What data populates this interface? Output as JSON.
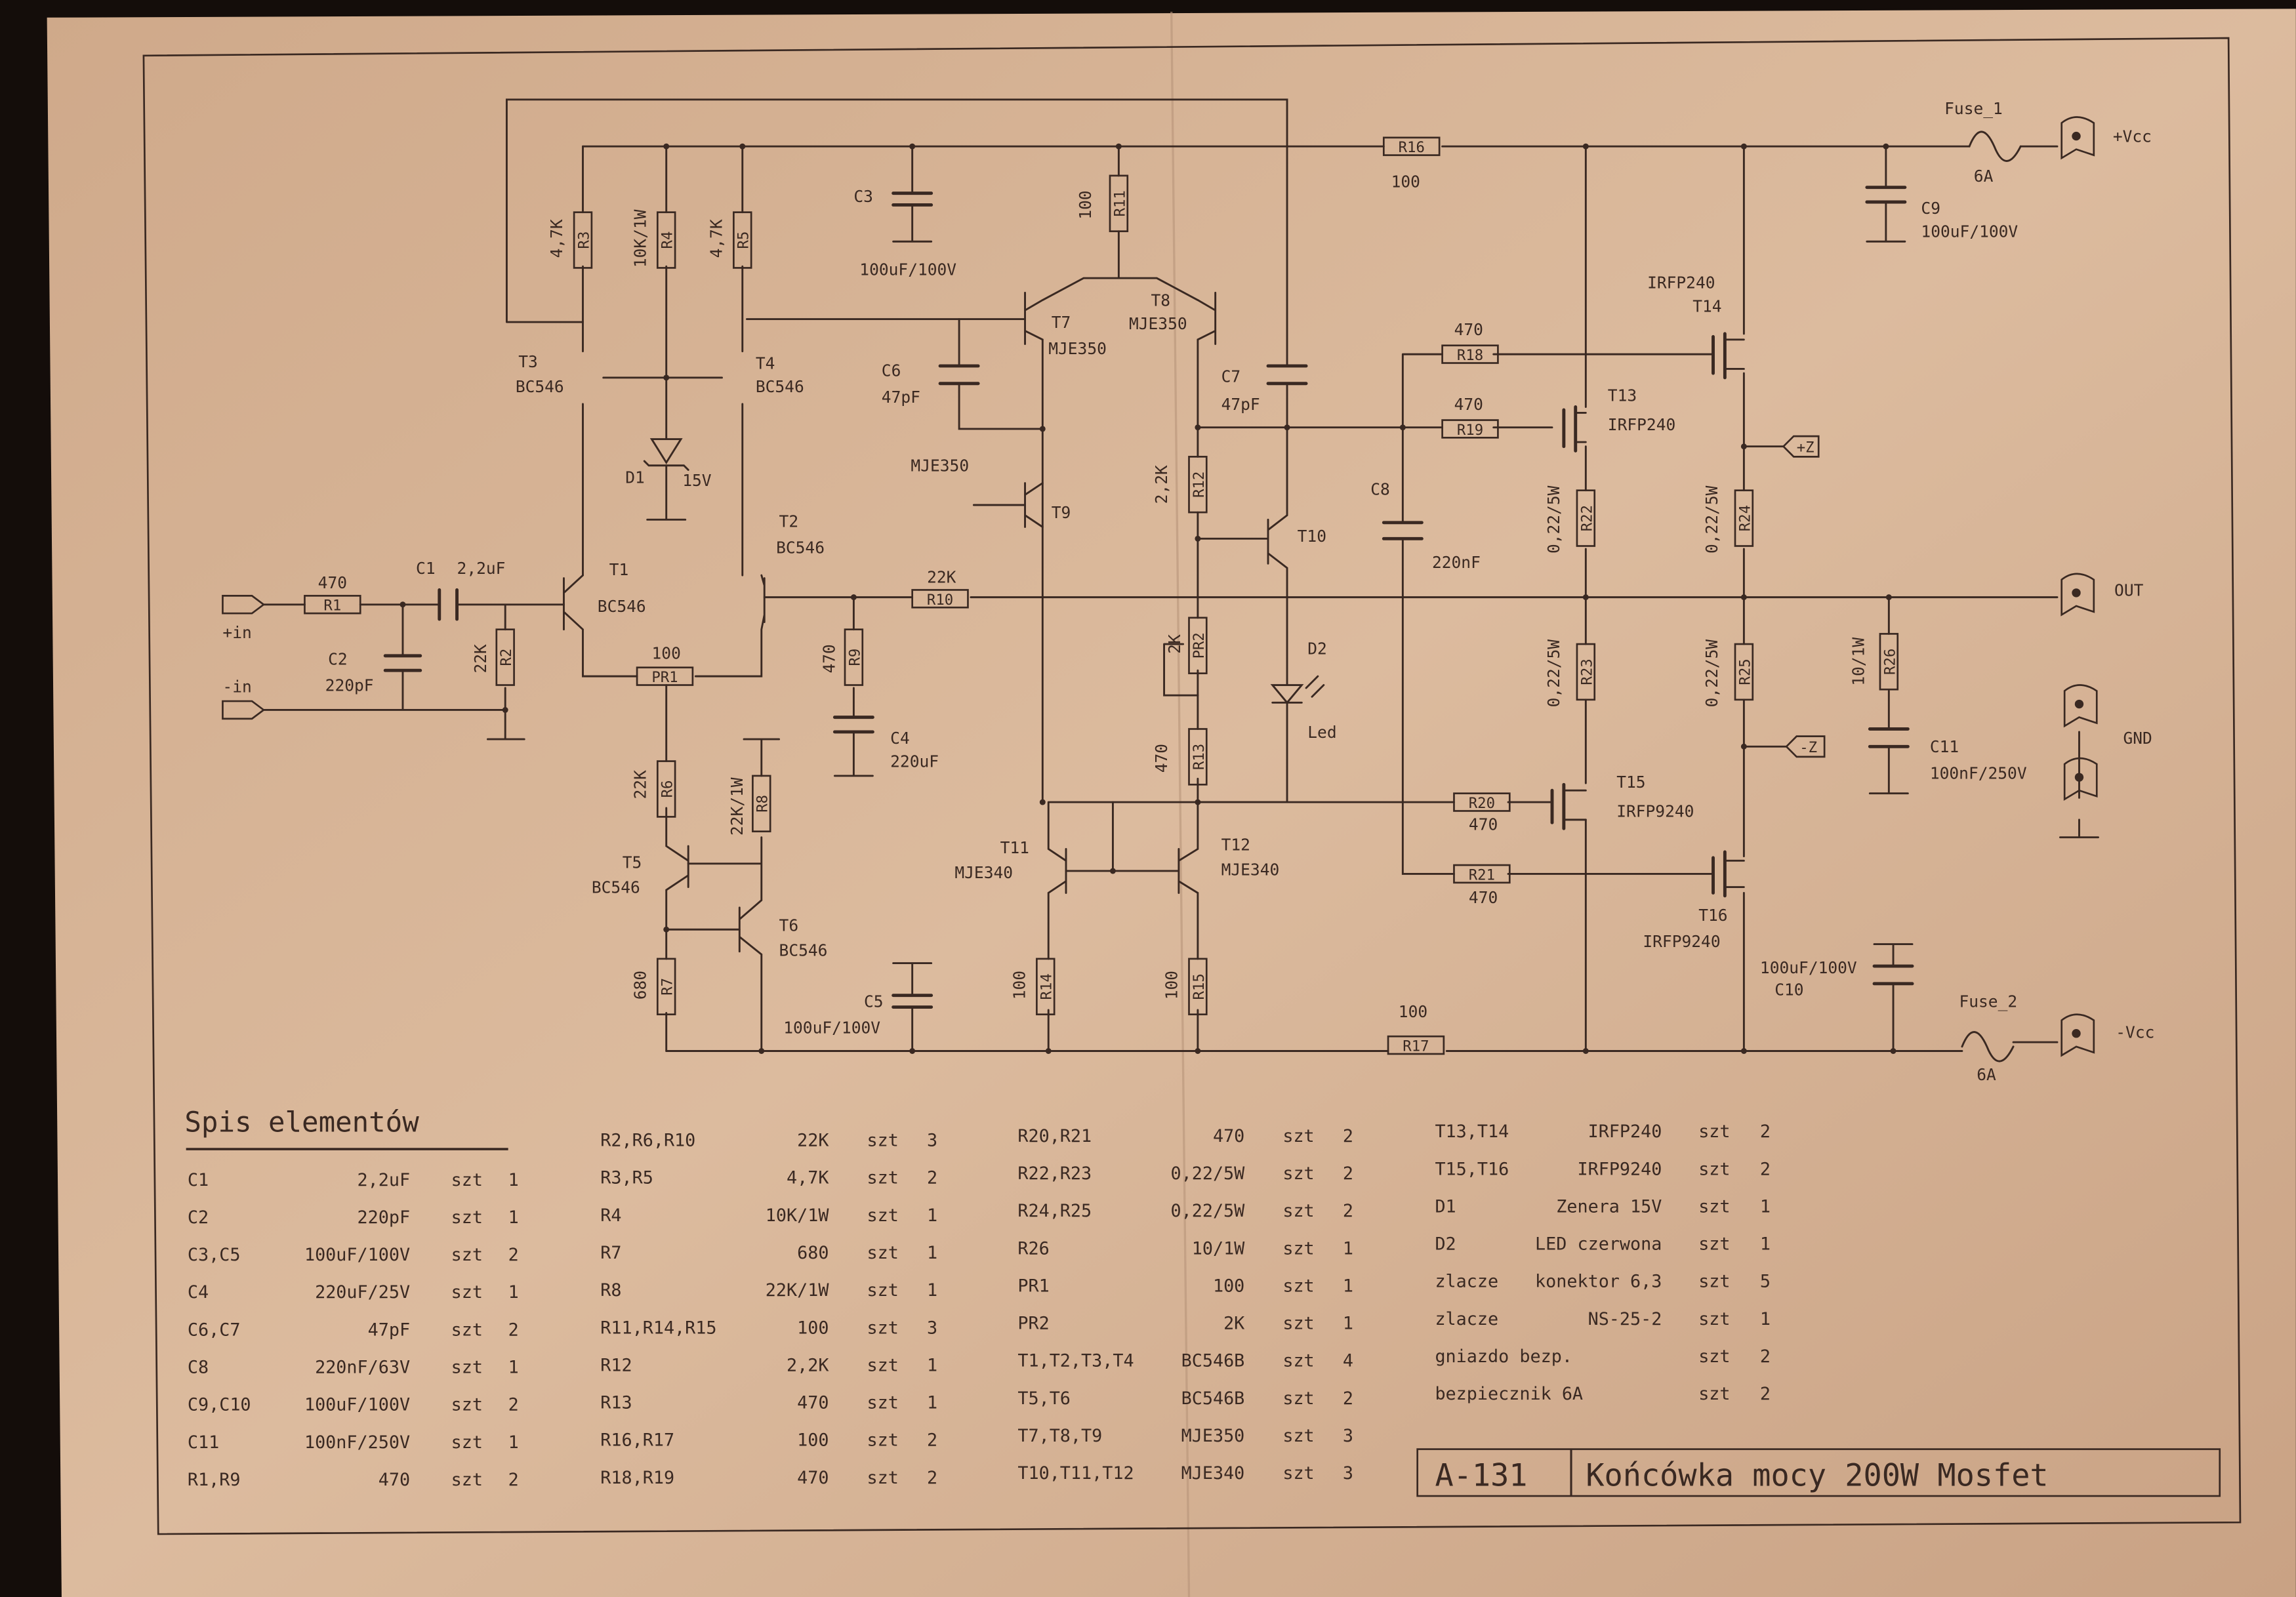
{
  "title_block": {
    "code": "A-131",
    "title": "Końcówka mocy 200W Mosfet"
  },
  "parts_list": {
    "heading": "Spis elementów",
    "unit": "szt",
    "columns": [
      [
        {
          "ref": "C1",
          "value": "2,2uF",
          "qty": "1"
        },
        {
          "ref": "C2",
          "value": "220pF",
          "qty": "1"
        },
        {
          "ref": "C3,C5",
          "value": "100uF/100V",
          "qty": "2"
        },
        {
          "ref": "C4",
          "value": "220uF/25V",
          "qty": "1"
        },
        {
          "ref": "C6,C7",
          "value": "47pF",
          "qty": "2"
        },
        {
          "ref": "C8",
          "value": "220nF/63V",
          "qty": "1"
        },
        {
          "ref": "C9,C10",
          "value": "100uF/100V",
          "qty": "2"
        },
        {
          "ref": "C11",
          "value": "100nF/250V",
          "qty": "1"
        },
        {
          "ref": "R1,R9",
          "value": "470",
          "qty": "2"
        }
      ],
      [
        {
          "ref": "R2,R6,R10",
          "value": "22K",
          "qty": "3"
        },
        {
          "ref": "R3,R5",
          "value": "4,7K",
          "qty": "2"
        },
        {
          "ref": "R4",
          "value": "10K/1W",
          "qty": "1"
        },
        {
          "ref": "R7",
          "value": "680",
          "qty": "1"
        },
        {
          "ref": "R8",
          "value": "22K/1W",
          "qty": "1"
        },
        {
          "ref": "R11,R14,R15",
          "value": "100",
          "qty": "3"
        },
        {
          "ref": "R12",
          "value": "2,2K",
          "qty": "1"
        },
        {
          "ref": "R13",
          "value": "470",
          "qty": "1"
        },
        {
          "ref": "R16,R17",
          "value": "100",
          "qty": "2"
        },
        {
          "ref": "R18,R19",
          "value": "470",
          "qty": "2"
        }
      ],
      [
        {
          "ref": "R20,R21",
          "value": "470",
          "qty": "2"
        },
        {
          "ref": "R22,R23",
          "value": "0,22/5W",
          "qty": "2"
        },
        {
          "ref": "R24,R25",
          "value": "0,22/5W",
          "qty": "2"
        },
        {
          "ref": "R26",
          "value": "10/1W",
          "qty": "1"
        },
        {
          "ref": "PR1",
          "value": "100",
          "qty": "1"
        },
        {
          "ref": "PR2",
          "value": "2K",
          "qty": "1"
        },
        {
          "ref": "T1,T2,T3,T4",
          "value": "BC546B",
          "qty": "4"
        },
        {
          "ref": "T5,T6",
          "value": "BC546B",
          "qty": "2"
        },
        {
          "ref": "T7,T8,T9",
          "value": "MJE350",
          "qty": "3"
        },
        {
          "ref": "T10,T11,T12",
          "value": "MJE340",
          "qty": "3"
        }
      ],
      [
        {
          "ref": "T13,T14",
          "value": "IRFP240",
          "qty": "2"
        },
        {
          "ref": "T15,T16",
          "value": "IRFP9240",
          "qty": "2"
        },
        {
          "ref": "D1",
          "value": "Zenera 15V",
          "qty": "1"
        },
        {
          "ref": "D2",
          "value": "LED czerwona",
          "qty": "1"
        },
        {
          "ref": "zlacze",
          "value": "konektor 6,3",
          "qty": "5"
        },
        {
          "ref": "zlacze",
          "value": "NS-25-2",
          "qty": "1"
        },
        {
          "ref": "gniazdo bezp.",
          "value": "",
          "qty": "2"
        },
        {
          "ref": "bezpiecznik 6A",
          "value": "",
          "qty": "2"
        }
      ]
    ]
  },
  "schematic": {
    "R": {
      "R1": {
        "ref": "R1",
        "value": "470"
      },
      "R2": {
        "ref": "R2",
        "value": "22K"
      },
      "R3": {
        "ref": "R3",
        "value": "4,7K"
      },
      "R4": {
        "ref": "R4",
        "value": "10K/1W"
      },
      "R5": {
        "ref": "R5",
        "value": "4,7K"
      },
      "R6": {
        "ref": "R6",
        "value": "22K"
      },
      "R7": {
        "ref": "R7",
        "value": "680"
      },
      "R8": {
        "ref": "R8",
        "value": "22K/1W"
      },
      "R9": {
        "ref": "R9",
        "value": "470"
      },
      "R10": {
        "ref": "R10",
        "value": "22K"
      },
      "R11": {
        "ref": "R11",
        "value": "100"
      },
      "R12": {
        "ref": "R12",
        "value": "2,2K"
      },
      "R13": {
        "ref": "R13",
        "value": "470"
      },
      "R14": {
        "ref": "R14",
        "value": "100"
      },
      "R15": {
        "ref": "R15",
        "value": "100"
      },
      "R16": {
        "ref": "R16",
        "value": "100"
      },
      "R17": {
        "ref": "R17",
        "value": "100"
      },
      "R18": {
        "ref": "R18",
        "value": "470"
      },
      "R19": {
        "ref": "R19",
        "value": "470"
      },
      "R20": {
        "ref": "R20",
        "value": "470"
      },
      "R21": {
        "ref": "R21",
        "value": "470"
      },
      "R22": {
        "ref": "R22",
        "value": "0,22/5W"
      },
      "R23": {
        "ref": "R23",
        "value": "0,22/5W"
      },
      "R24": {
        "ref": "R24",
        "value": "0,22/5W"
      },
      "R25": {
        "ref": "R25",
        "value": "0,22/5W"
      },
      "R26": {
        "ref": "R26",
        "value": "10/1W"
      },
      "PR1": {
        "ref": "PR1",
        "value": "100"
      },
      "PR2": {
        "ref": "PR2",
        "value": "2K"
      }
    },
    "C": {
      "C1": {
        "ref": "C1",
        "value": "2,2uF"
      },
      "C2": {
        "ref": "C2",
        "value": "220pF"
      },
      "C3": {
        "ref": "C3",
        "value": "100uF/100V"
      },
      "C4": {
        "ref": "C4",
        "value": "220uF"
      },
      "C5": {
        "ref": "C5",
        "value": "100uF/100V"
      },
      "C6": {
        "ref": "C6",
        "value": "47pF"
      },
      "C7": {
        "ref": "C7",
        "value": "47pF"
      },
      "C8": {
        "ref": "C8",
        "value": "220nF"
      },
      "C9": {
        "ref": "C9",
        "value": "100uF/100V"
      },
      "C10": {
        "ref": "C10",
        "value": "100uF/100V"
      },
      "C11": {
        "ref": "C11",
        "value": "100nF/250V"
      }
    },
    "D": {
      "D1": {
        "ref": "D1",
        "value": "15V"
      },
      "D2": {
        "ref": "D2",
        "value": "Led"
      }
    },
    "T": {
      "T1": {
        "ref": "T1",
        "value": "BC546"
      },
      "T2": {
        "ref": "T2",
        "value": "BC546"
      },
      "T3": {
        "ref": "T3",
        "value": "BC546"
      },
      "T4": {
        "ref": "T4",
        "value": "BC546"
      },
      "T5": {
        "ref": "T5",
        "value": "BC546"
      },
      "T6": {
        "ref": "T6",
        "value": "BC546"
      },
      "T7": {
        "ref": "T7",
        "value": "MJE350"
      },
      "T8": {
        "ref": "T8",
        "value": "MJE350"
      },
      "T9": {
        "ref": "T9",
        "value": "MJE350"
      },
      "T10": {
        "ref": "T10"
      },
      "T11": {
        "ref": "T11",
        "value": "MJE340"
      },
      "T12": {
        "ref": "T12",
        "value": "MJE340"
      },
      "T13": {
        "ref": "T13",
        "value": "IRFP240"
      },
      "T14": {
        "ref": "T14",
        "value": "IRFP240"
      },
      "T15": {
        "ref": "T15",
        "value": "IRFP9240"
      },
      "T16": {
        "ref": "T16",
        "value": "IRFP9240"
      }
    },
    "fuses": {
      "F1": {
        "ref": "Fuse_1",
        "value": "6A"
      },
      "F2": {
        "ref": "Fuse_2",
        "value": "6A"
      }
    },
    "terminals": {
      "in_plus": "+in",
      "in_minus": "-in",
      "vcc_plus": "+Vcc",
      "out": "OUT",
      "gnd": "GND",
      "vcc_minus": "-Vcc",
      "z_plus": "+Z",
      "z_minus": "-Z"
    }
  },
  "colors": {
    "paper": "#d8b597",
    "ink": "#3a2922",
    "background": "#140d0a"
  }
}
